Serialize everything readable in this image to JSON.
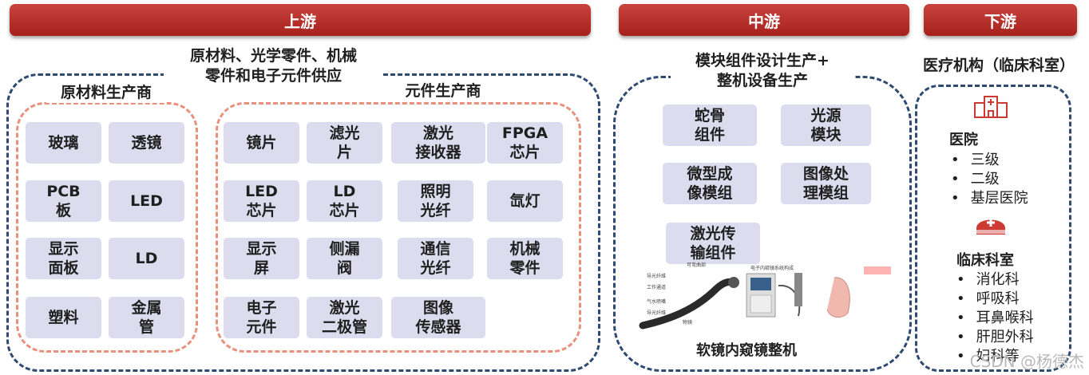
{
  "banners": {
    "upstream": "上游",
    "midstream": "中游",
    "downstream": "下游"
  },
  "upstream": {
    "supply_title": "原材料、光学零件、机械\n零件和电子元件供应",
    "raw_group": {
      "title": "原材料生产商",
      "items": [
        "玻璃",
        "透镜",
        "PCB\n板",
        "LED",
        "显示\n面板",
        "LD",
        "塑料",
        "金属\n管"
      ]
    },
    "comp_group": {
      "title": "元件生产商",
      "items": [
        "镜片",
        "滤光\n片",
        "激光\n接收器",
        "FPGA\n芯片",
        "LED\n芯片",
        "LD\n芯片",
        "照明\n光纤",
        "氙灯",
        "显示\n屏",
        "侧漏\n阀",
        "通信\n光纤",
        "机械\n零件",
        "电子\n元件",
        "激光\n二极管",
        "图像\n传感器"
      ]
    }
  },
  "midstream": {
    "title": "模块组件设计生产+\n整机设备生产",
    "items": [
      "蛇骨\n组件",
      "光源\n模块",
      "微型成\n像模组",
      "图像处\n理模组",
      "激光传\n输组件"
    ],
    "photo_caption": "软镜内窥镜整机",
    "photo_labels": [
      "可弯曲部",
      "导光纤维",
      "工作通道",
      "气水喷嘴",
      "导光纤维",
      "物镜",
      "电子内窥镜系统构成"
    ]
  },
  "downstream": {
    "title": "医疗机构（临床科室）",
    "hospital": {
      "title": "医院",
      "items": [
        "三级",
        "二级",
        "基层医院"
      ]
    },
    "clinical": {
      "title": "临床科室",
      "items": [
        "消化科",
        "呼吸科",
        "耳鼻喉科",
        "肝胆外科",
        "妇科等"
      ]
    }
  },
  "watermark": "CSDN @杨德杰",
  "colors": {
    "banner": "#b52e28",
    "dash_blue": "#2f4a70",
    "dash_red": "#e8907a",
    "cell": "#dcdcee",
    "icon_red": "#cc3b33"
  }
}
